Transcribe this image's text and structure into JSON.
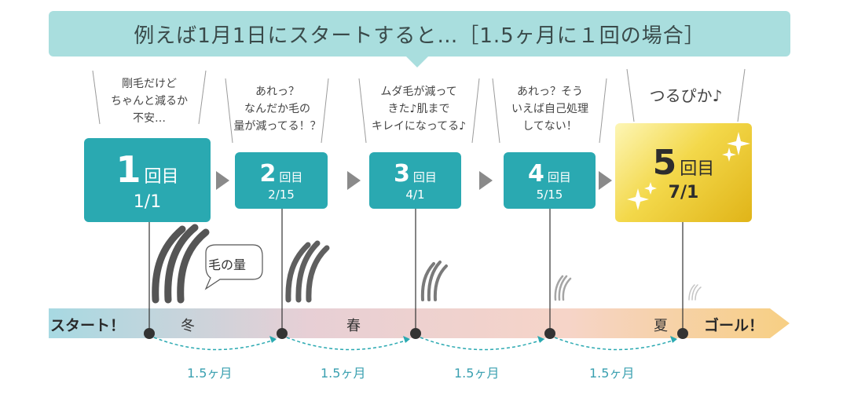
{
  "banner": {
    "text": "例えば1月1日にスタートすると…［1.5ヶ月に１回の場合］"
  },
  "steps": [
    {
      "num": "1",
      "unit": "回目",
      "date": "1/1",
      "comment": "剛毛だけど\nちゃんと減るか\n不安…"
    },
    {
      "num": "2",
      "unit": "回目",
      "date": "2/15",
      "comment": "あれっ？\nなんだか毛の\n量が減ってる！？"
    },
    {
      "num": "3",
      "unit": "回目",
      "date": "4/1",
      "comment": "ムダ毛が減って\nきた♪肌まで\nキレイになってる♪"
    },
    {
      "num": "4",
      "unit": "回目",
      "date": "5/15",
      "comment": "あれっ？そう\nいえば自己処理\nしてない！"
    },
    {
      "num": "5",
      "unit": "回目",
      "date": "7/1",
      "comment": "つるぴか♪"
    }
  ],
  "hair_label": "毛の量",
  "timeline": {
    "start": "スタート！",
    "goal": "ゴール！",
    "seasons": [
      "冬",
      "春",
      "夏"
    ],
    "interval_label": "1.5ヶ月"
  },
  "colors": {
    "teal": "#2aa9b1",
    "banner": "#a9dede",
    "gold": "#f3d84a"
  }
}
